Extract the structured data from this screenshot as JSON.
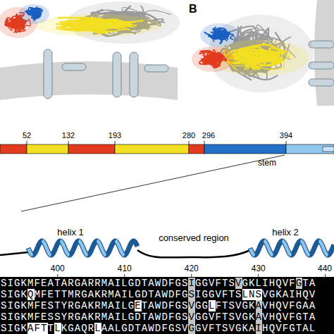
{
  "diagram": {
    "labels": [
      "B",
      "52",
      "132",
      "193",
      "280",
      "296",
      "394",
      "stem",
      "helix 1",
      "conserved region",
      "helix 2",
      "400",
      "410",
      "420",
      "430",
      "440",
      "SIGKMFEATARGARRMAILGDTAWDFGSIGGVFTSVGKLIHQVFGTA",
      "SIGKQMFETTMRGAKRMAILGDTAWDFGSIGGVFTSLNSVGKAIHQV",
      "SIGKMFESTYRGAKRMAILGETAWDFGSVGGLFTSVGKAVHQVFGAA",
      "SIGKMFESSYRGAKRMAILGDTAWDFGSVGGVFTSVGKAVHQVFGTA",
      "SIGKAFTTLKGAQRLAALGDTAWDFGSVGGVFTSVGKAIHQVFGTAL"
    ]
  }
}
